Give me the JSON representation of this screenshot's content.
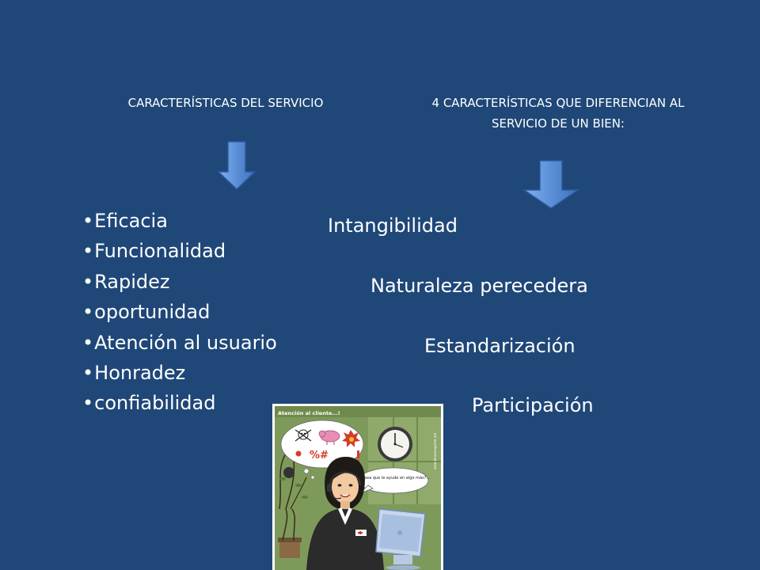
{
  "slide": {
    "heading_left": "CARACTERÍSTICAS DEL SERVICIO",
    "heading_right": "4 CARACTERÍSTICAS QUE DIFERENCIAN AL SERVICIO DE UN BIEN:",
    "bullet_char": "•",
    "bullets": [
      "Eficacia",
      "Funcionalidad",
      "Rapidez",
      "oportunidad",
      "Atención al usuario",
      "Honradez",
      "confiabilidad"
    ],
    "features": [
      "Intangibilidad",
      "Naturaleza perecedera",
      "Estandarización",
      "Participación"
    ]
  },
  "cartoon": {
    "title": "Atención al cliente...!",
    "speech": "¿Desea que le ayude en algo más?...",
    "side_text": "www.bloodnagente.net"
  },
  "colors": {
    "background": "#1f4778",
    "text": "#ffffff",
    "arrow_fill": "#5b8fd6",
    "arrow_stroke": "#2c5aa0"
  }
}
